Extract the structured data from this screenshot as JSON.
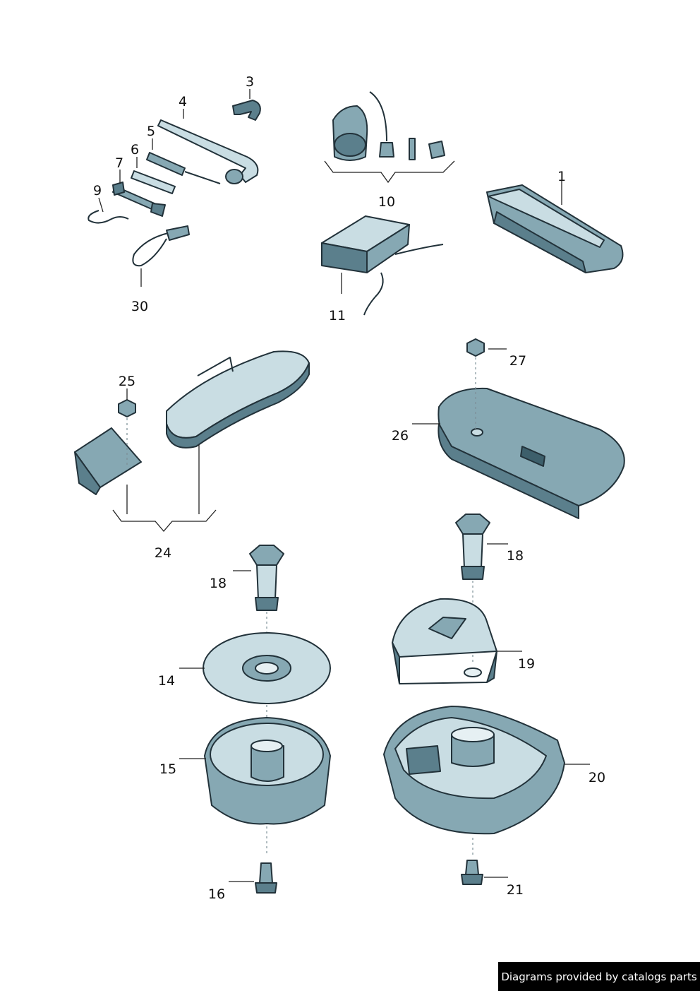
{
  "callouts": {
    "c1": "1",
    "c3": "3",
    "c4": "4",
    "c5": "5",
    "c6": "6",
    "c7": "7",
    "c9": "9",
    "c10": "10",
    "c11": "11",
    "c14": "14",
    "c15": "15",
    "c16": "16",
    "c18a": "18",
    "c18b": "18",
    "c19": "19",
    "c20": "20",
    "c21": "21",
    "c24": "24",
    "c25": "25",
    "c26": "26",
    "c27": "27",
    "c30": "30"
  },
  "credit": "Diagrams provided by catalogs parts"
}
